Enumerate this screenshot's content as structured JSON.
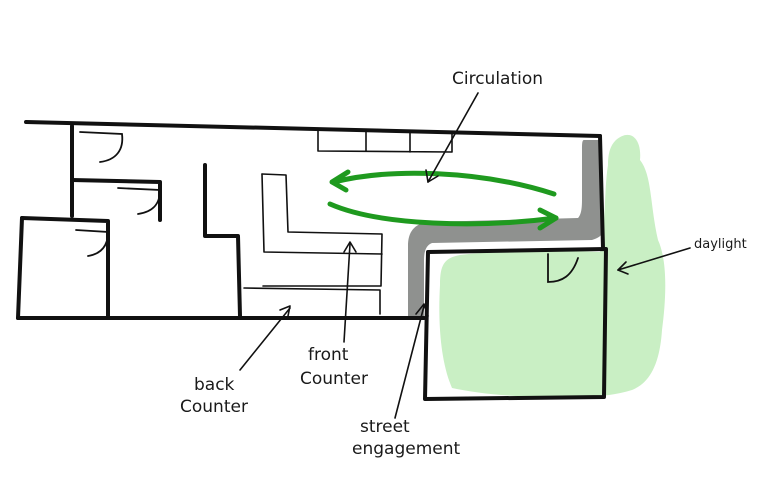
{
  "labels": {
    "circulation": "Circulation",
    "daylight": "daylight",
    "back_counter_line1": "back",
    "back_counter_line2": "Counter",
    "front_counter_line1": "front",
    "front_counter_line2": "Counter",
    "street_engagement_line1": "street",
    "street_engagement_line2": "engagement"
  },
  "colors": {
    "daylight_fill": "#c9efc4",
    "street_engagement_fill": "#8f918f",
    "circulation_stroke": "#1f9a1f",
    "wall_stroke": "#111111"
  }
}
